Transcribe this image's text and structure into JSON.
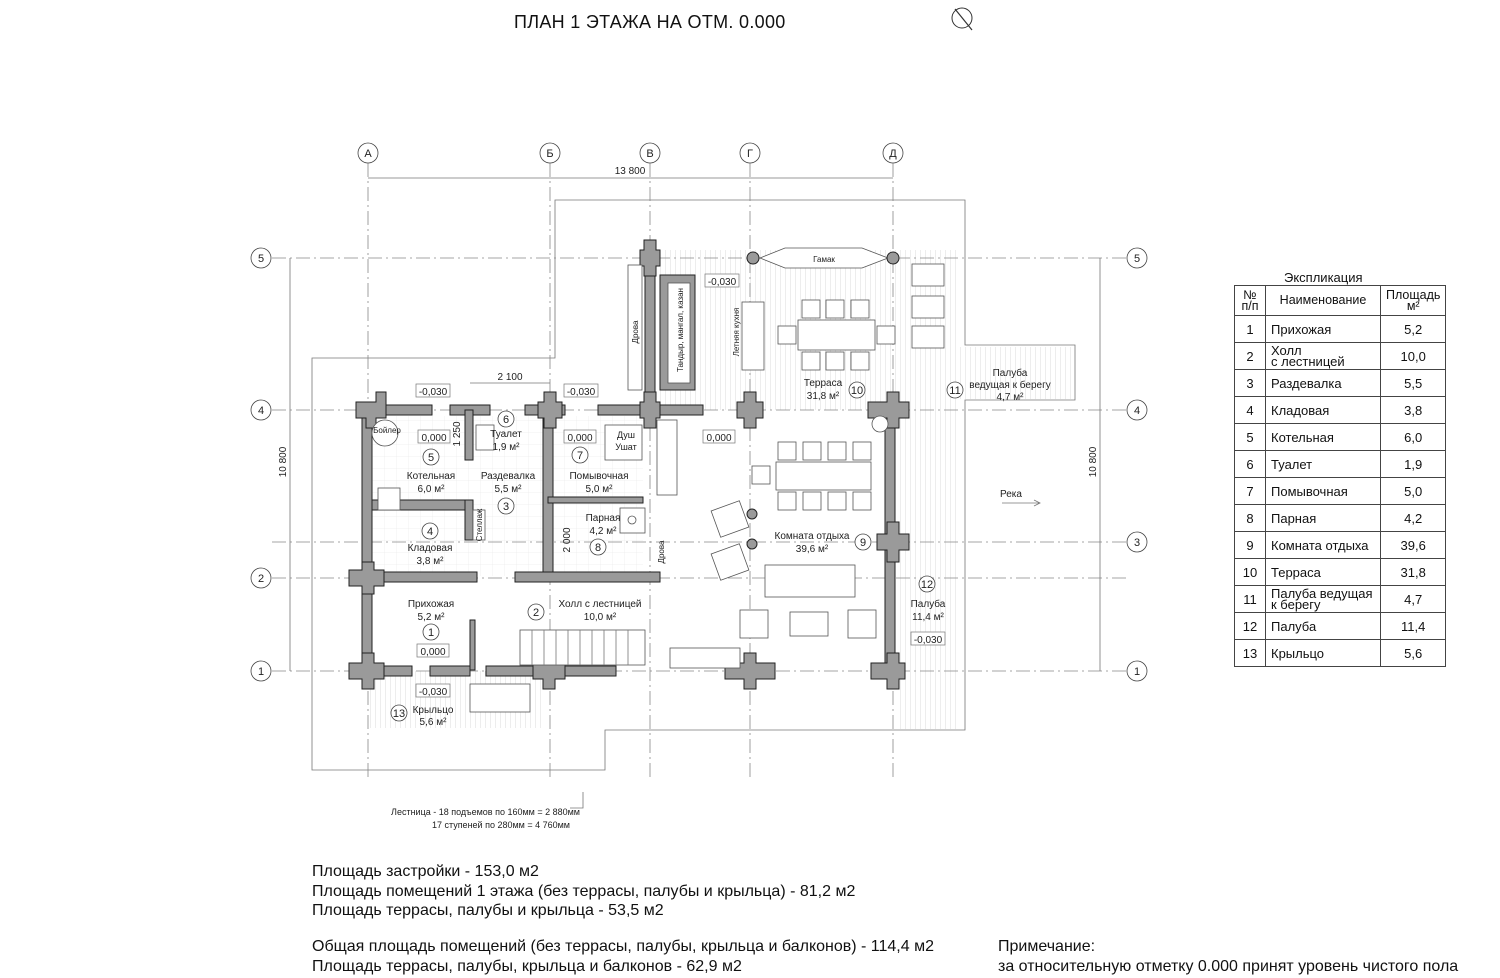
{
  "title": "ПЛАН 1 ЭТАЖА НА ОТМ. 0.000",
  "axes": {
    "columns": [
      "А",
      "Б",
      "В",
      "Г",
      "Д"
    ],
    "rows": [
      "5",
      "4",
      "3",
      "2",
      "1"
    ]
  },
  "dimensions": {
    "overall_width": "13 800",
    "overall_depth": "10 800",
    "wall_2100": "2 100",
    "wall_1250": "1 250",
    "wall_2000": "2 000"
  },
  "levels": {
    "zero": "0,000",
    "minus": "-0,030"
  },
  "rooms": [
    {
      "num": "1",
      "name": "Прихожая",
      "area": "5,2 м²"
    },
    {
      "num": "2",
      "name": "Холл с лестницей",
      "area": "10,0 м²"
    },
    {
      "num": "3",
      "name": "Раздевалка",
      "area": "5,5 м²"
    },
    {
      "num": "4",
      "name": "Кладовая",
      "area": "3,8 м²"
    },
    {
      "num": "5",
      "name": "Котельная",
      "area": "6,0 м²"
    },
    {
      "num": "6",
      "name": "Туалет",
      "area": "1,9 м²"
    },
    {
      "num": "7",
      "name": "Помывочная",
      "area": "5,0 м²"
    },
    {
      "num": "8",
      "name": "Парная",
      "area": "4,2 м²"
    },
    {
      "num": "9",
      "name": "Комната отдыха",
      "area": "39,6 м²"
    },
    {
      "num": "10",
      "name": "Терраса",
      "area": "31,8 м²"
    },
    {
      "num": "11",
      "name": "Палуба",
      "name2": "ведущая к берегу",
      "area": "4,7 м²"
    },
    {
      "num": "12",
      "name": "Палуба",
      "area": "11,4 м²"
    },
    {
      "num": "13",
      "name": "Крыльцо",
      "area": "5,6 м²"
    }
  ],
  "labels": {
    "boiler": "Бойлер",
    "shelf": "Стеллаж",
    "shower": "Душ",
    "tub": "Ушат",
    "firewood": "Дрова",
    "grill": "Тандыр, мангал, казан",
    "summer_kitchen": "Летняя кухня",
    "hammock": "Гамак",
    "river": "Река"
  },
  "stair_note": {
    "line1": "Лестница - 18 подъемов по 160мм = 2 880мм",
    "line2": "17 ступеней по 280мм = 4 760мм"
  },
  "explication": {
    "caption": "Экспликация",
    "headers": {
      "num1": "№",
      "num2": "п/п",
      "name": "Наименование",
      "area1": "Площадь",
      "area2": "м²"
    },
    "rows": [
      {
        "n": "1",
        "name": "Прихожая",
        "area": "5,2"
      },
      {
        "n": "2",
        "name": "Холл",
        "name2": "с лестницей",
        "area": "10,0"
      },
      {
        "n": "3",
        "name": "Раздевалка",
        "area": "5,5"
      },
      {
        "n": "4",
        "name": "Кладовая",
        "area": "3,8"
      },
      {
        "n": "5",
        "name": "Котельная",
        "area": "6,0"
      },
      {
        "n": "6",
        "name": "Туалет",
        "area": "1,9"
      },
      {
        "n": "7",
        "name": "Помывочная",
        "area": "5,0"
      },
      {
        "n": "8",
        "name": "Парная",
        "area": "4,2"
      },
      {
        "n": "9",
        "name": "Комната отдыха",
        "area": "39,6"
      },
      {
        "n": "10",
        "name": "Терраса",
        "area": "31,8"
      },
      {
        "n": "11",
        "name": "Палуба ведущая",
        "name2": "к берегу",
        "area": "4,7"
      },
      {
        "n": "12",
        "name": "Палуба",
        "area": "11,4"
      },
      {
        "n": "13",
        "name": "Крыльцо",
        "area": "5,6"
      }
    ]
  },
  "summary": [
    "Площадь застройки - 153,0 м2",
    "Площадь помещений 1 этажа (без террасы, палубы и крыльца) - 81,2 м2",
    "Площадь террасы, палубы и крыльца - 53,5 м2",
    "Общая площадь помещений (без террасы, палубы, крыльца и балконов) - 114,4 м2",
    "Площадь террасы, палубы, крыльца и балконов - 62,9 м2"
  ],
  "note": {
    "title": "Примечание:",
    "text": "за относительную отметку 0.000 принят уровень чистого пола"
  }
}
